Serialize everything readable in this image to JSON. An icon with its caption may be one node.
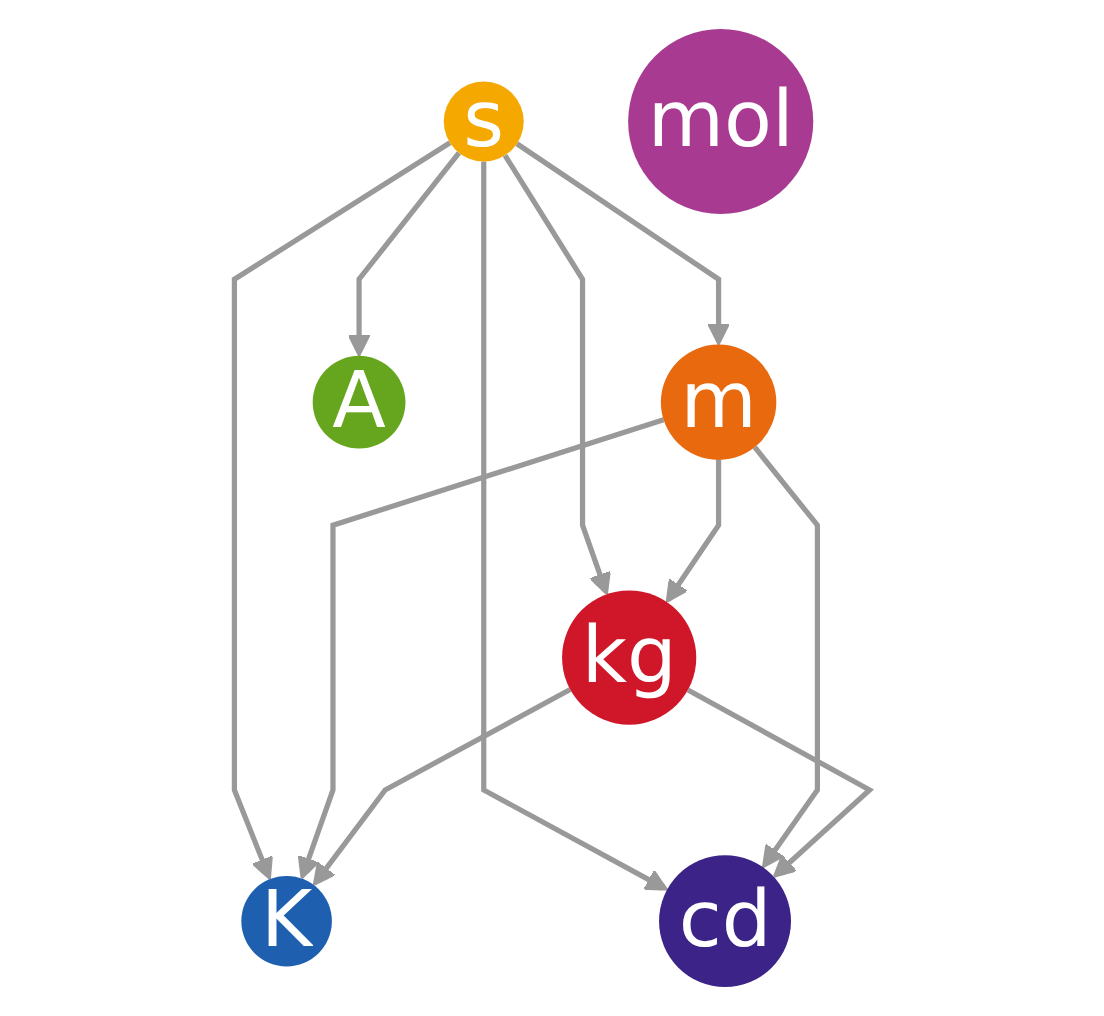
{
  "diagram": {
    "nodes": [
      {
        "text": [
          "s"
        ]
      },
      {
        "text": [
          "m"
        ]
      },
      {
        "text": [
          "kg"
        ]
      },
      {
        "text": [
          "A"
        ]
      },
      {
        "text": [
          "mol"
        ]
      },
      {
        "text": [
          "K"
        ]
      },
      {
        "text": [
          "cd"
        ]
      }
    ],
    "edges": [
      {
        "from": 0,
        "to": 1,
        "arrow": "to"
      },
      {
        "from": 0,
        "to": 2,
        "arrow": "to"
      },
      {
        "from": 1,
        "to": 2,
        "arrow": "to"
      },
      {
        "from": 0,
        "to": 3,
        "arrow": "to"
      },
      {
        "from": 0,
        "to": 5,
        "arrow": "to"
      },
      {
        "from": 0,
        "to": 6,
        "arrow": "to"
      },
      {
        "from": 1,
        "to": 5,
        "arrow": "to"
      },
      {
        "from": 1,
        "to": 6,
        "arrow": "to"
      },
      {
        "from": 2,
        "to": 5,
        "arrow": "to"
      },
      {
        "from": 2,
        "to": 6,
        "arrow": "to"
      }
    ]
  }
}
